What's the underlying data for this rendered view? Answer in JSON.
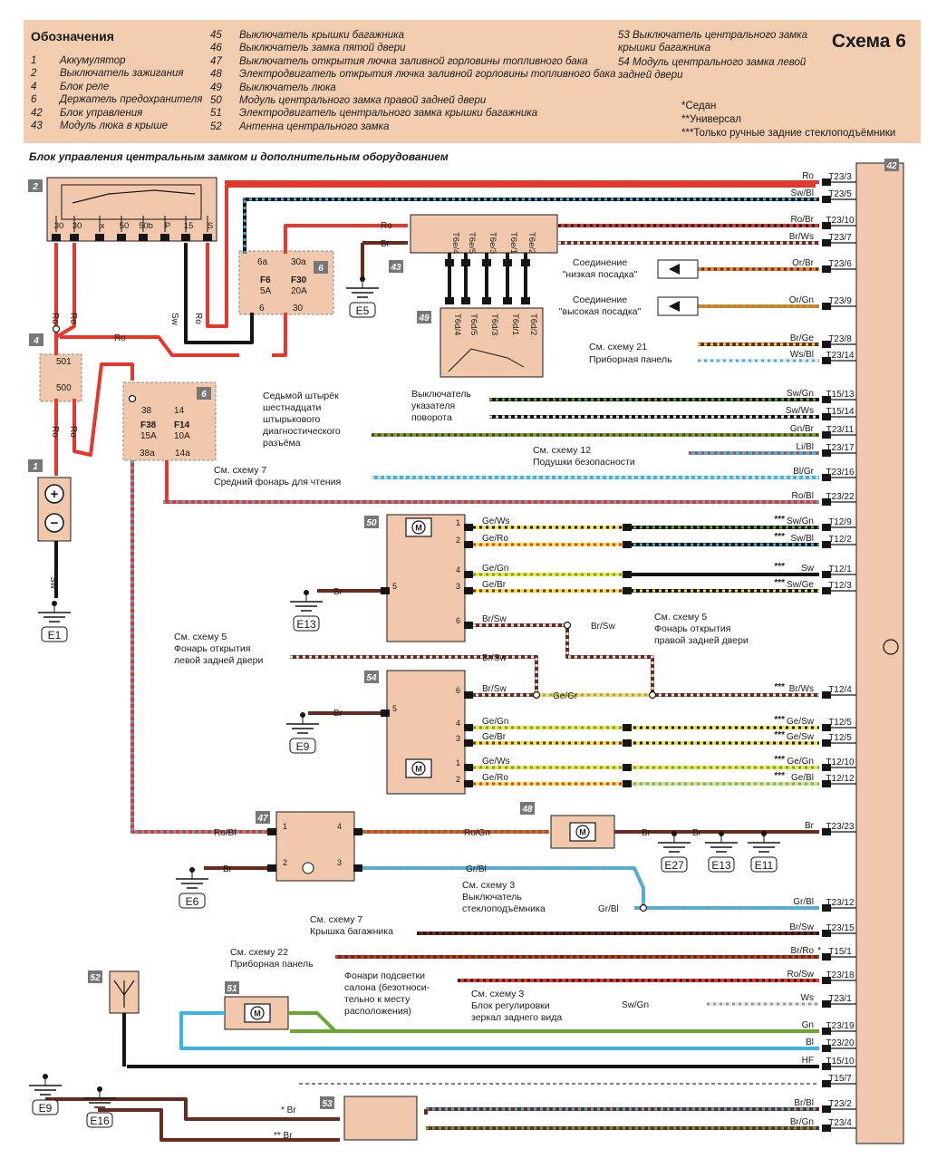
{
  "legend": {
    "title": "Обозначения",
    "scheme_title": "Схема 6",
    "items_col1": [
      {
        "num": "1",
        "text": "Аккумулятор"
      },
      {
        "num": "2",
        "text": "Выключатель зажигания"
      },
      {
        "num": "4",
        "text": "Блок реле"
      },
      {
        "num": "6",
        "text": "Держатель предохранителя"
      },
      {
        "num": "42",
        "text": "Блок управления"
      },
      {
        "num": "43",
        "text": "Модуль люка в крыше"
      }
    ],
    "items_col2": [
      {
        "num": "45",
        "text": "Выключатель крышки багажника"
      },
      {
        "num": "46",
        "text": "Выключатель замка пятой двери"
      },
      {
        "num": "47",
        "text": "Выключатель открытия лючка заливной горловины топливного бака"
      },
      {
        "num": "48",
        "text": "Электродвигатель открытия лючка заливной горловины топливного бака"
      },
      {
        "num": "49",
        "text": "Выключатель люка"
      },
      {
        "num": "50",
        "text": "Модуль центрального замка правой задней двери"
      },
      {
        "num": "51",
        "text": "Электродвигатель центрального замка крышки багажника"
      },
      {
        "num": "52",
        "text": "Антенна центрального замка"
      }
    ],
    "item53_line1": "53   Выключатель центрального замка",
    "item53_line2": "крышки багажника",
    "item54_line1": "54   Модуль центрального замка левой",
    "item54_line2": "задней двери",
    "note1": "*Седан",
    "note2": "**Универсал",
    "note3": "***Только ручные задние стеклоподъёмники"
  },
  "diagram_title": "Блок управления центральным замком и дополнительным оборудованием",
  "components": {
    "c2": "2",
    "c4": "4",
    "c1": "1",
    "c6a": "6",
    "c6b": "6",
    "c43": "43",
    "c49": "49",
    "c42": "42",
    "c50": "50",
    "c54": "54",
    "c47": "47",
    "c48": "48",
    "c52": "52",
    "c51": "51",
    "c53": "53"
  },
  "ground_labels": [
    "E5",
    "E1",
    "E13",
    "E9",
    "E6",
    "E27",
    "E13",
    "E11",
    "E9",
    "E16"
  ],
  "terminals": [
    {
      "code": "T23/3",
      "wire": "Ro"
    },
    {
      "code": "T23/5",
      "wire": "Sw/Bl"
    },
    {
      "code": "T23/10",
      "wire": "Ro/Br"
    },
    {
      "code": "T23/7",
      "wire": "Br/Ws"
    },
    {
      "code": "T23/6",
      "wire": "Or/Br"
    },
    {
      "code": "T23/9",
      "wire": "Or/Gn"
    },
    {
      "code": "T23/8",
      "wire": "Br/Ge"
    },
    {
      "code": "T23/14",
      "wire": "Ws/Bl"
    },
    {
      "code": "T15/13",
      "wire": "Sw/Gn"
    },
    {
      "code": "T15/14",
      "wire": "Sw/Ws"
    },
    {
      "code": "T23/11",
      "wire": "Gn/Br"
    },
    {
      "code": "T23/17",
      "wire": "Li/Bl"
    },
    {
      "code": "T23/16",
      "wire": "Bl/Gr"
    },
    {
      "code": "T23/22",
      "wire": "Ro/Bl"
    },
    {
      "code": "T12/9",
      "wire": "Sw/Gn"
    },
    {
      "code": "T12/2",
      "wire": "Sw/Bl"
    },
    {
      "code": "T12/1",
      "wire": "Sw"
    },
    {
      "code": "T12/3",
      "wire": "Sw/Ge"
    },
    {
      "code": "T12/4",
      "wire": "Br/Ws"
    },
    {
      "code": "T12/5",
      "wire": "Ge/Sw"
    },
    {
      "code": "T12/5",
      "wire": "Ge/Sw"
    },
    {
      "code": "T12/10",
      "wire": "Ge/Gn"
    },
    {
      "code": "T12/12",
      "wire": "Ge/Bl"
    },
    {
      "code": "T23/23",
      "wire": "Br"
    },
    {
      "code": "T23/12",
      "wire": "Gr/Bl"
    },
    {
      "code": "T23/15",
      "wire": "Br/Sw"
    },
    {
      "code": "T15/1",
      "wire": "Br/Ro"
    },
    {
      "code": "T23/18",
      "wire": "Ro/Sw"
    },
    {
      "code": "T23/1",
      "wire": "Ws"
    },
    {
      "code": "T23/19",
      "wire": "Gn"
    },
    {
      "code": "T23/20",
      "wire": "Bl"
    },
    {
      "code": "T15/10",
      "wire": "HF"
    },
    {
      "code": "T15/7",
      "wire": ""
    },
    {
      "code": "T23/2",
      "wire": "Br/Bl"
    },
    {
      "code": "T23/4",
      "wire": "Br/Gn"
    }
  ],
  "notes": {
    "low_conn_1": "Соединение",
    "low_conn_2": "\"низкая посадка\"",
    "high_conn_1": "Соединение",
    "high_conn_2": "\"высокая посадка\"",
    "ref21_1": "См. схему 21",
    "ref21_2": "Приборная панель",
    "turn_1": "Выключатель",
    "turn_2": "указателя",
    "turn_3": "поворота",
    "pin_1": "Седьмой штырёк",
    "pin_2": "шестнадцати",
    "pin_3": "штырькового",
    "pin_4": "диагностического",
    "pin_5": "разъёма",
    "ref12_1": "См. схему 12",
    "ref12_2": "Подушки безопасности",
    "ref7a_1": "См. схему 7",
    "ref7a_2": "Средний фонарь для чтения",
    "ref5r_1": "См. схему 5",
    "ref5r_2": "Фонарь открытия",
    "ref5r_3": "правой задней двери",
    "ref5l_1": "См. схему 5",
    "ref5l_2": "Фонарь открытия",
    "ref5l_3": "левой задней двери",
    "ref3a_1": "См. схему 3",
    "ref3a_2": "Выключатель",
    "ref3a_3": "стеклоподъёмника",
    "ref7b_1": "См. схему 7",
    "ref7b_2": "Крышка багажника",
    "ref22_1": "См. схему 22",
    "ref22_2": "Приборная панель",
    "lamp_1": "Фонари подсветки",
    "lamp_2": "салона (безотноси-",
    "lamp_3": "тельно к месту",
    "lamp_4": "расположения)",
    "ref3b_1": "См. схему 3",
    "ref3b_2": "Блок регулировки",
    "ref3b_3": "зеркал заднего вида"
  },
  "switch2_pins": [
    "30",
    "30",
    "x",
    "50",
    "50b",
    "P",
    "15",
    "S"
  ],
  "fuse_upper": {
    "pins": [
      "6a",
      "30a",
      "6",
      "30"
    ],
    "f1": "F6",
    "f1a": "5A",
    "f2": "F30",
    "f2a": "20A"
  },
  "fuse_lower": {
    "pins": [
      "38",
      "14",
      "38a",
      "14a"
    ],
    "f1": "F38",
    "f1a": "15A",
    "f2": "F14",
    "f2a": "10A"
  },
  "relay_pins": [
    "501",
    "500"
  ],
  "module43_pins": [
    "T6e/4",
    "T6e/5",
    "T6e/3",
    "T6e/1",
    "T6e/2"
  ],
  "module49_pins": [
    "T6d/4",
    "T6d/5",
    "T6d/3",
    "T6d/1",
    "T6d/2"
  ],
  "wires": {
    "ro": "Ro",
    "sw": "Sw",
    "br": "Br",
    "ro_bl": "Ro/Bl",
    "ro_gn": "Ro/Gn",
    "gr_bl": "Gr/Bl",
    "br_sw": "Br/Sw",
    "ge_gr": "Ge/Gr",
    "ge_ws": "Ge/Ws",
    "ge_ro": "Ge/Ro",
    "ge_gn": "Ge/Gn",
    "ge_br": "Ge/Br",
    "sw_gn": "Sw/Gn",
    "star1": "*",
    "star2": "**",
    "star3": "***"
  },
  "colors": {
    "legend_bg": "#f3cdb0",
    "module_bg": "#f2c8ad",
    "red": "#e8362a",
    "brown": "#6b2a1c",
    "blue": "#3ab5e6",
    "green": "#6aa634",
    "yellow": "#f1e33c",
    "orange": "#f07b28",
    "black": "#151515"
  }
}
